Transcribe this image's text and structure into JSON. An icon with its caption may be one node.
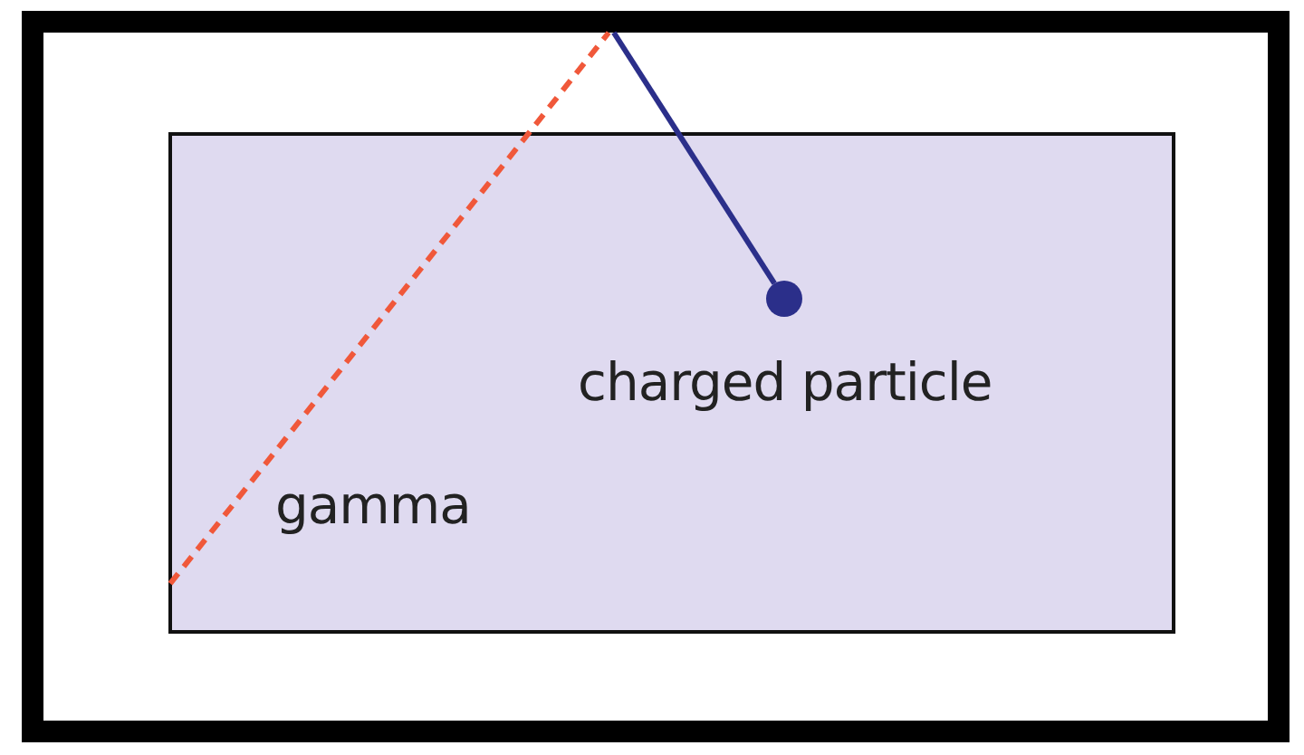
{
  "diagram": {
    "nodes": [
      {
        "text": [],
        "shape": "box"
      },
      {
        "text": [],
        "shape": "box",
        "in": 0
      },
      {
        "text": [],
        "shape": "circle",
        "in": 1,
        "beside": [
          "charged particle"
        ]
      }
    ],
    "edges": [
      {
        "from": 0,
        "to": 2,
        "arrow": "none",
        "color": "#2b2f8a"
      },
      {
        "from": 1,
        "to": 0,
        "arrow": "none",
        "style": "dashed",
        "color": "#f0583a"
      }
    ],
    "labels": [
      "gamma"
    ]
  }
}
